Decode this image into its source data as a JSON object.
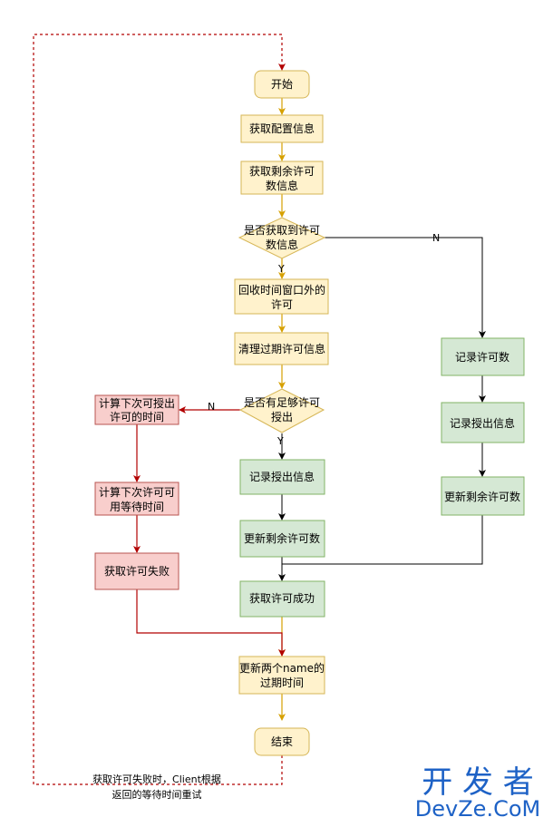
{
  "colors": {
    "yellow_fill": "#fff2cc",
    "yellow_stroke": "#d6b656",
    "yellow_arrow": "#d6a000",
    "green_fill": "#d5e8d4",
    "green_stroke": "#82b366",
    "red_fill": "#f8cecc",
    "red_stroke": "#b85450",
    "red_arrow": "#b20000",
    "black": "#000000",
    "watermark": "#1e62c6"
  },
  "nodes": {
    "start": {
      "lines": [
        "开始"
      ]
    },
    "get_config": {
      "lines": [
        "获取配置信息"
      ]
    },
    "get_remaining": {
      "lines": [
        "获取剩余许可",
        "数信息"
      ]
    },
    "decision_got_permit": {
      "lines": [
        "是否获取到许可",
        "数信息"
      ]
    },
    "recycle_outside": {
      "lines": [
        "回收时间窗口外的",
        "许可"
      ]
    },
    "clean_expired": {
      "lines": [
        "清理过期许可信息"
      ]
    },
    "decision_enough": {
      "lines": [
        "是否有足够许可",
        "授出"
      ]
    },
    "calc_next_time": {
      "lines": [
        "计算下次可授出",
        "许可的时间"
      ]
    },
    "calc_wait_time": {
      "lines": [
        "计算下次许可可",
        "用等待时间"
      ]
    },
    "get_fail": {
      "lines": [
        "获取许可失败"
      ]
    },
    "record_granted_mid": {
      "lines": [
        "记录授出信息"
      ]
    },
    "update_remaining_mid": {
      "lines": [
        "更新剩余许可数"
      ]
    },
    "get_success": {
      "lines": [
        "获取许可成功"
      ]
    },
    "update_expire": {
      "lines": [
        "更新两个name的",
        "过期时间"
      ]
    },
    "end": {
      "lines": [
        "结束"
      ]
    },
    "record_count": {
      "lines": [
        "记录许可数"
      ]
    },
    "record_granted_right": {
      "lines": [
        "记录授出信息"
      ]
    },
    "update_remaining_right": {
      "lines": [
        "更新剩余许可数"
      ]
    }
  },
  "edge_labels": {
    "n_right": "N",
    "y_mid": "Y",
    "n_left": "N",
    "y_mid2": "Y",
    "retry_line1": "获取许可失败时，Client根据",
    "retry_line2": "返回的等待时间重试"
  },
  "watermark": {
    "cn": "开 发 者",
    "en": "DevZe.CoM"
  }
}
